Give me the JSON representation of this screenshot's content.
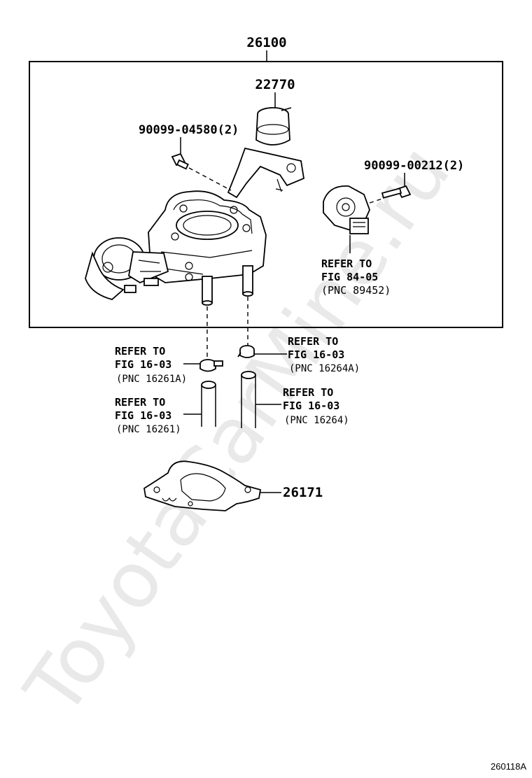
{
  "watermark": "ToyotaCarMine.ru",
  "figure_id": "260118A",
  "assembly": {
    "part_no": "26100"
  },
  "parts": {
    "valve": {
      "part_no": "22770"
    },
    "bolt_left": {
      "label": "90099-04580(2)"
    },
    "bolt_right": {
      "label": "90099-00212(2)"
    },
    "gasket": {
      "part_no": "26171"
    }
  },
  "references": {
    "sensor": {
      "line1": "REFER TO",
      "line2": "FIG 84-05",
      "line3": "(PNC 89452)"
    },
    "clamp_left": {
      "line1": "REFER TO",
      "line2": "FIG 16-03",
      "line3": "(PNC 16261A)"
    },
    "clamp_right": {
      "line1": "REFER TO",
      "line2": "FIG 16-03",
      "line3": "(PNC 16264A)"
    },
    "hose_left": {
      "line1": "REFER TO",
      "line2": "FIG 16-03",
      "line3": "(PNC 16261)"
    },
    "hose_right": {
      "line1": "REFER TO",
      "line2": "FIG 16-03",
      "line3": "(PNC 16264)"
    }
  }
}
